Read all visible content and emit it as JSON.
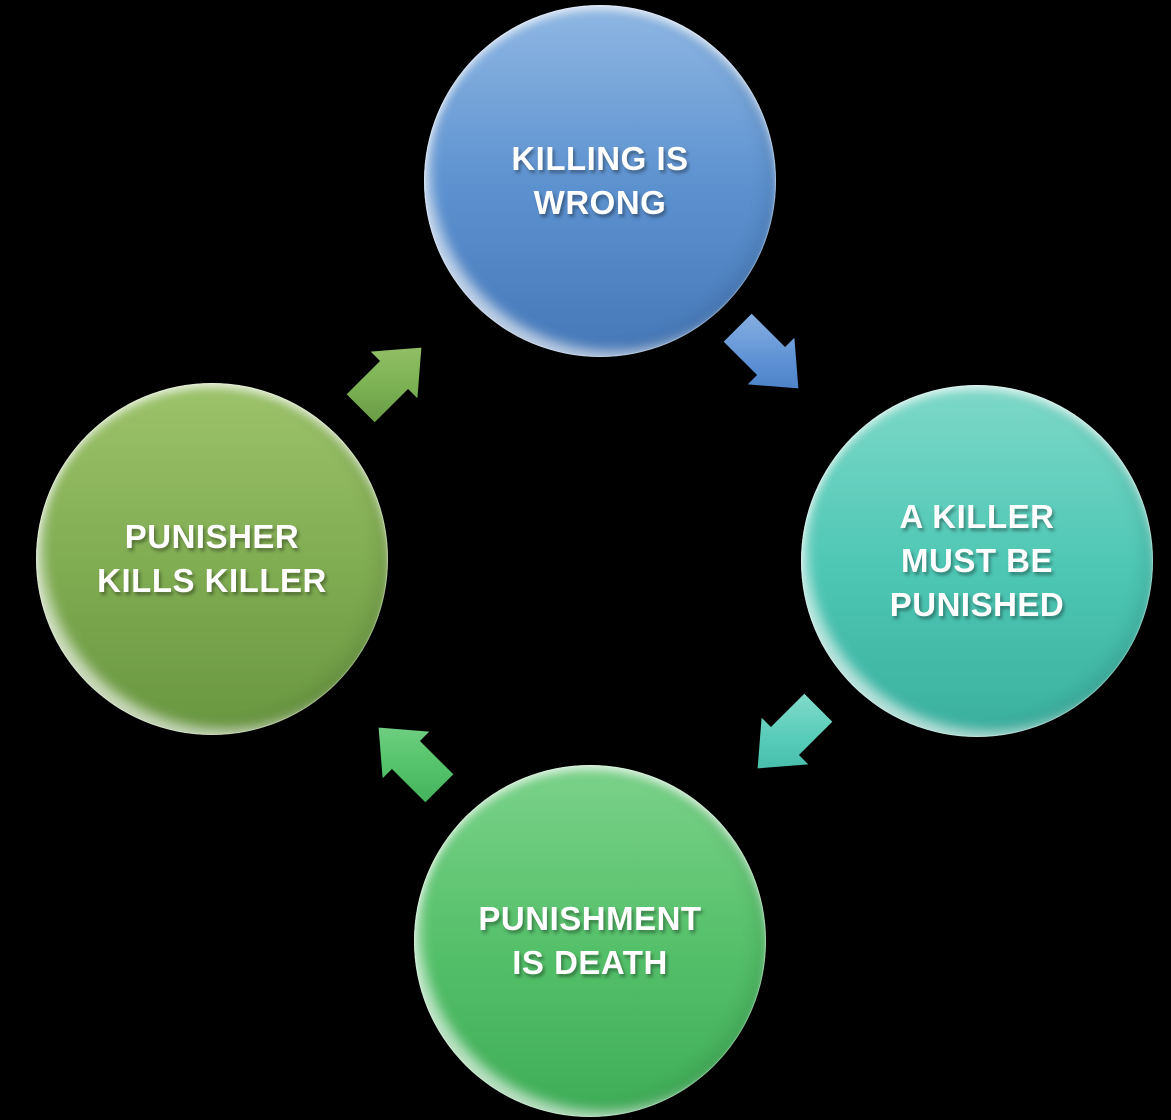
{
  "diagram": {
    "type": "cycle",
    "background_color": "#000000",
    "text_color": "#FFFFFF",
    "nodes": [
      {
        "id": "killing-is-wrong",
        "label": "KILLING IS WRONG",
        "lines": [
          "KILLING IS",
          "WRONG"
        ],
        "position": "top",
        "colors": {
          "light": "#8FB7E3",
          "base": "#5C91CF",
          "dark": "#4678B8"
        }
      },
      {
        "id": "a-killer-must-be-punished",
        "label": "A KILLER MUST BE PUNISHED",
        "lines": [
          "A KILLER",
          "MUST BE",
          "PUNISHED"
        ],
        "position": "right",
        "colors": {
          "light": "#7ED8C8",
          "base": "#4EC7B4",
          "dark": "#3AAF9D"
        }
      },
      {
        "id": "punishment-is-death",
        "label": "PUNISHMENT IS DEATH",
        "lines": [
          "PUNISHMENT",
          "IS DEATH"
        ],
        "position": "bottom",
        "colors": {
          "light": "#7BD28A",
          "base": "#55C06A",
          "dark": "#3EAC57"
        }
      },
      {
        "id": "punisher-kills-killer",
        "label": "PUNISHER KILLS KILLER",
        "lines": [
          "PUNISHER",
          "KILLS KILLER"
        ],
        "position": "left",
        "colors": {
          "light": "#9DC36B",
          "base": "#80AC52",
          "dark": "#689640"
        }
      }
    ],
    "arrows": [
      {
        "id": "arrow-top-to-right",
        "from": "killing-is-wrong",
        "to": "a-killer-must-be-punished",
        "direction": "down-right",
        "colors": {
          "light": "#8FB5E4",
          "base": "#5B90D4",
          "dark": "#4377BC"
        }
      },
      {
        "id": "arrow-right-to-bottom",
        "from": "a-killer-must-be-punished",
        "to": "punishment-is-death",
        "direction": "down-left",
        "colors": {
          "light": "#8ADDCD",
          "base": "#54CAB7",
          "dark": "#3CB2A0"
        }
      },
      {
        "id": "arrow-bottom-to-left",
        "from": "punishment-is-death",
        "to": "punisher-kills-killer",
        "direction": "up-left",
        "colors": {
          "light": "#7FD48E",
          "base": "#55C46B",
          "dark": "#3FAE58"
        }
      },
      {
        "id": "arrow-left-to-top",
        "from": "punisher-kills-killer",
        "to": "killing-is-wrong",
        "direction": "up-right",
        "colors": {
          "light": "#9FC570",
          "base": "#7DB355",
          "dark": "#659542"
        }
      }
    ]
  }
}
